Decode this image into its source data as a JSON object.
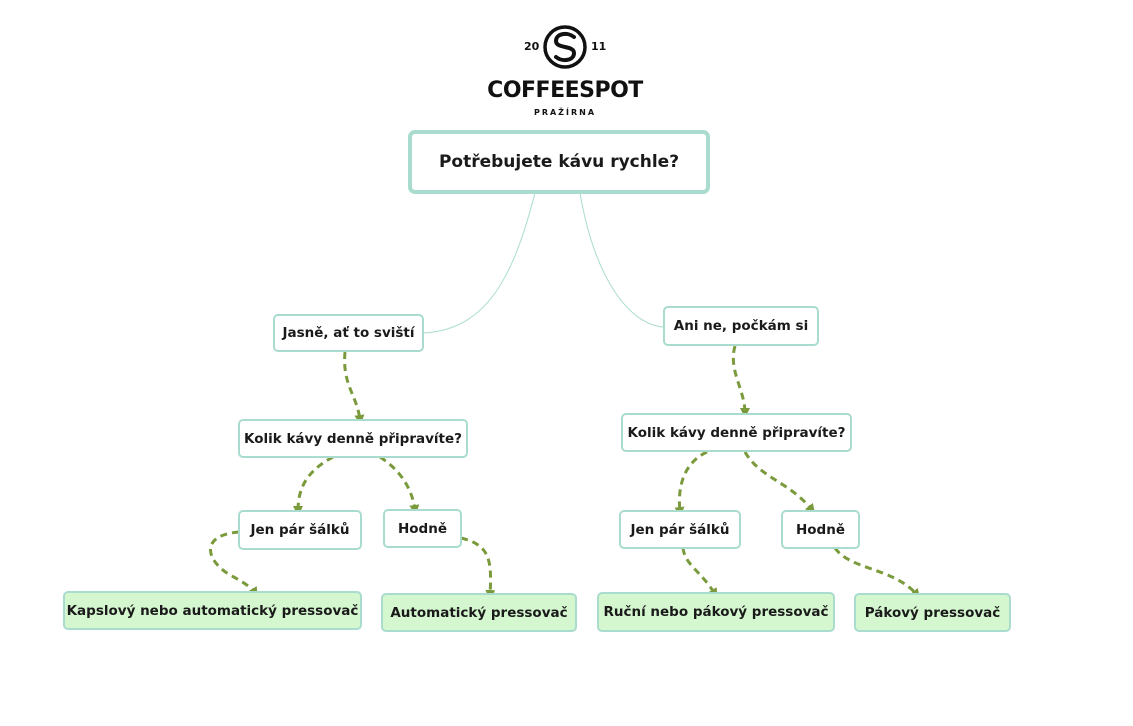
{
  "logo": {
    "year_left": "20",
    "year_right": "11",
    "wordmark": "COFFEESPOT",
    "subtitle": "PRAŽÍRNA"
  },
  "root": {
    "label": "Potřebujete kávu rychle?"
  },
  "branches": {
    "left": {
      "label": "Jasně, ať to sviští",
      "question": "Kolik kávy denně připravíte?",
      "option_few": "Jen pár šálků",
      "option_many": "Hodně",
      "result_few": "Kapslový nebo automatický pressovač",
      "result_many": "Automatický pressovač"
    },
    "right": {
      "label": "Ani ne, počkám si",
      "question": "Kolik kávy denně připravíte?",
      "option_few": "Jen pár šálků",
      "option_many": "Hodně",
      "result_few": "Ruční nebo pákový pressovač",
      "result_many": "Pákový pressovač"
    }
  },
  "colors": {
    "node_border": "#a9dccf",
    "result_fill": "#d4f7cf",
    "arrow": "#7a9a3c"
  }
}
